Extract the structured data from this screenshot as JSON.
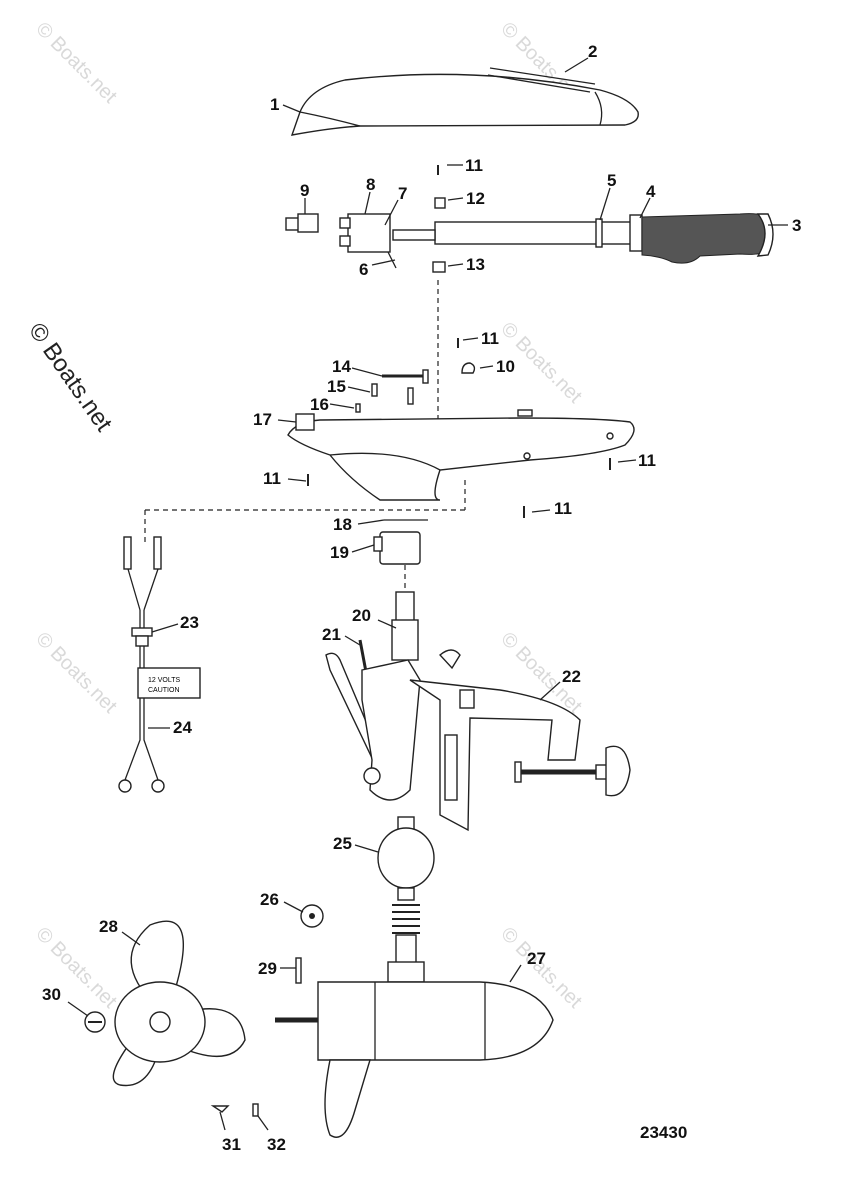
{
  "watermark": {
    "text": "© Boats.net",
    "side_text": "© Boats.net"
  },
  "diagram_id": "23430",
  "callouts": {
    "c1": "1",
    "c2": "2",
    "c3": "3",
    "c4": "4",
    "c5": "5",
    "c6": "6",
    "c7": "7",
    "c8": "8",
    "c9": "9",
    "c10": "10",
    "c11a": "11",
    "c11b": "11",
    "c11c": "11",
    "c11d": "11",
    "c11e": "11",
    "c12": "12",
    "c13": "13",
    "c14": "14",
    "c15": "15",
    "c16": "16",
    "c17": "17",
    "c18": "18",
    "c19": "19",
    "c20": "20",
    "c21": "21",
    "c22": "22",
    "c23": "23",
    "c24": "24",
    "c25": "25",
    "c26": "26",
    "c27": "27",
    "c28": "28",
    "c29": "29",
    "c30": "30",
    "c31": "31",
    "c32": "32"
  },
  "decal": {
    "line1": "12 VOLTS",
    "line2": "CAUTION"
  }
}
